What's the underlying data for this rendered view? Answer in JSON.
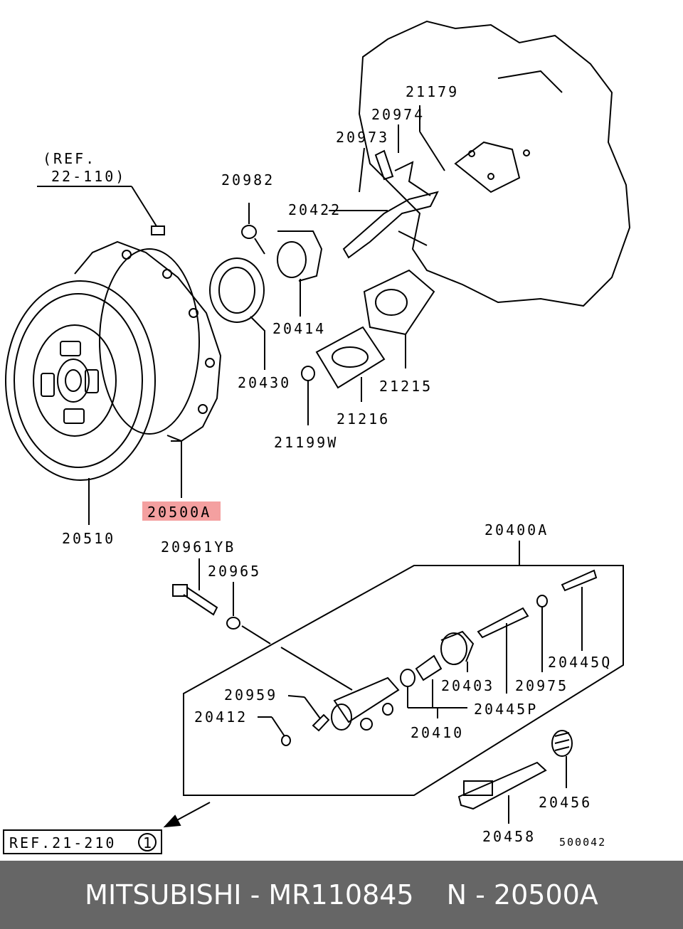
{
  "labels": {
    "ref_22_110_line1": "(REF.",
    "ref_22_110_line2": "22-110)",
    "p20982": "20982",
    "p20973": "20973",
    "p20974": "20974",
    "p21179": "21179",
    "p20422": "20422",
    "p20414": "20414",
    "p20430": "20430",
    "p21215": "21215",
    "p21216": "21216",
    "p21199W": "21199W",
    "p20500A": "20500A",
    "p20510": "20510",
    "p20400A": "20400A",
    "p20961YB": "20961YB",
    "p20965": "20965",
    "p20445Q": "20445Q",
    "p20975": "20975",
    "p20403": "20403",
    "p20445P": "20445P",
    "p20959": "20959",
    "p20412": "20412",
    "p20410": "20410",
    "p20456": "20456",
    "p20458": "20458",
    "ref_21_210": "REF.21-210",
    "ref_21_210_num": "1",
    "diagram_id": "500042"
  },
  "colors": {
    "highlight": "#f4a0a0",
    "footer_bg": "#666666",
    "footer_text": "#ffffff"
  },
  "footer": {
    "brand_part": "MITSUBISHI - MR110845",
    "ref": "N - 20500A"
  }
}
